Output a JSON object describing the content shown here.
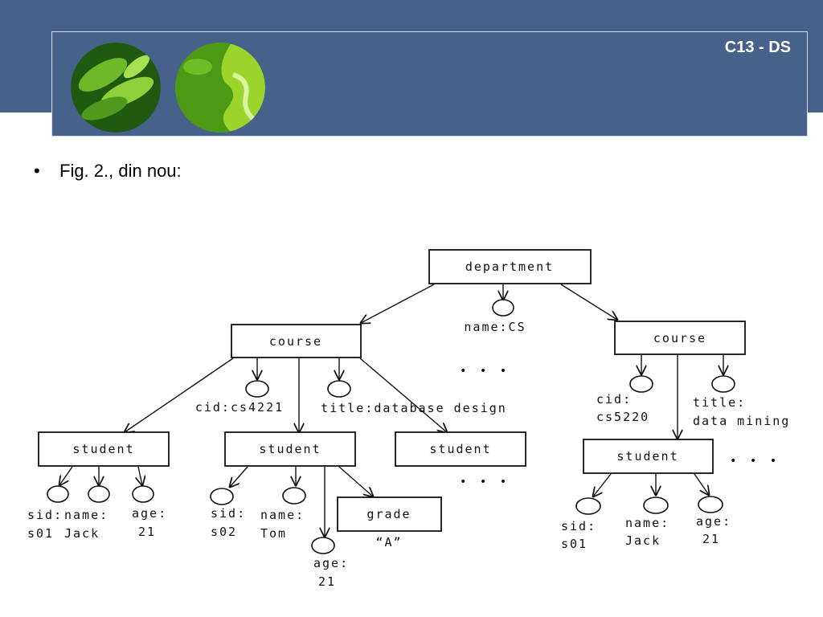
{
  "slide": {
    "code": "C13 - DS",
    "bullet": "Fig. 2., din nou:"
  },
  "colors": {
    "header": "#46618a",
    "leaf_dark": "#1f5a10",
    "leaf_light": "#9bd42a"
  },
  "diagram": {
    "department": "department",
    "dept_attr": "name:CS",
    "course1": "course",
    "course1_cid": "cid:cs4221",
    "course1_title": "title:database design",
    "student1": "student",
    "s1_sid": [
      "sid:",
      "s01"
    ],
    "s1_name": [
      "name:",
      "Jack"
    ],
    "s1_age": [
      "age:",
      "21"
    ],
    "student2": "student",
    "s2_sid": [
      "sid:",
      "s02"
    ],
    "s2_name": [
      "name:",
      "Tom"
    ],
    "s2_age": [
      "age:",
      "21"
    ],
    "s2_grade": "grade",
    "s2_grade_value": "“A”",
    "student3": "student",
    "course2": "course",
    "course2_cid": [
      "cid:",
      "cs5220"
    ],
    "course2_title": [
      "title:",
      "data mining"
    ],
    "student4": "student",
    "s4_sid": [
      "sid:",
      "s01"
    ],
    "s4_name": [
      "name:",
      "Jack"
    ],
    "s4_age": [
      "age:",
      "21"
    ],
    "ellipsis": "• • •"
  }
}
